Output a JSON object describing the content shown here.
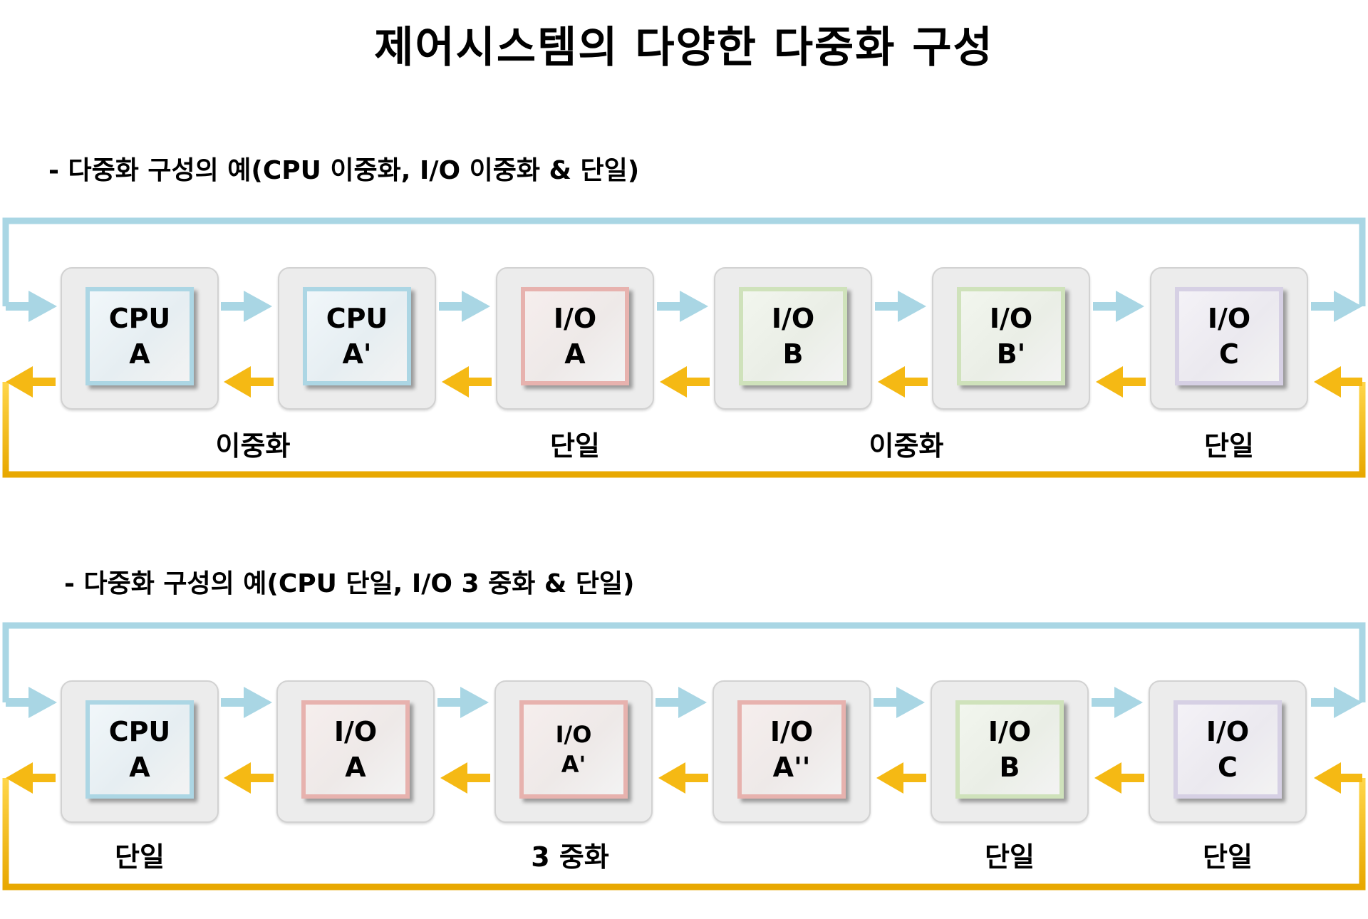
{
  "title": "제어시스템의 다양한  다중화 구성",
  "colors": {
    "forward_arrow": "#a9d6e4",
    "return_arrow": "#f5b914",
    "outer_box": "#ececec",
    "cpu_border": "#acd6e4",
    "io_red_border": "#e7b2ae",
    "io_green_border": "#cfe2bb",
    "io_purple_border": "#d6d0e4"
  },
  "sections": [
    {
      "subtitle": "- 다중화 구성의 예(CPU 이중화, I/O 이중화 & 단일)",
      "boxes": [
        {
          "line1": "CPU",
          "line2": "A",
          "color": "cpu"
        },
        {
          "line1": "CPU",
          "line2": "A'",
          "color": "cpu"
        },
        {
          "line1": "I/O",
          "line2": "A",
          "color": "red"
        },
        {
          "line1": "I/O",
          "line2": "B",
          "color": "green"
        },
        {
          "line1": "I/O",
          "line2": "B'",
          "color": "green"
        },
        {
          "line1": "I/O",
          "line2": "C",
          "color": "purple"
        }
      ],
      "groups": [
        "이중화",
        "단일",
        "이중화",
        "단일"
      ]
    },
    {
      "subtitle": "- 다중화 구성의 예(CPU 단일, I/O 3 중화 & 단일)",
      "boxes": [
        {
          "line1": "CPU",
          "line2": "A",
          "color": "cpu"
        },
        {
          "line1": "I/O",
          "line2": "A",
          "color": "red"
        },
        {
          "line1": "I/O",
          "line2": "A'",
          "color": "red"
        },
        {
          "line1": "I/O",
          "line2": "A''",
          "color": "red"
        },
        {
          "line1": "I/O",
          "line2": "B",
          "color": "green"
        },
        {
          "line1": "I/O",
          "line2": "C",
          "color": "purple"
        }
      ],
      "groups": [
        "단일",
        "3 중화",
        "단일",
        "단일"
      ]
    }
  ]
}
